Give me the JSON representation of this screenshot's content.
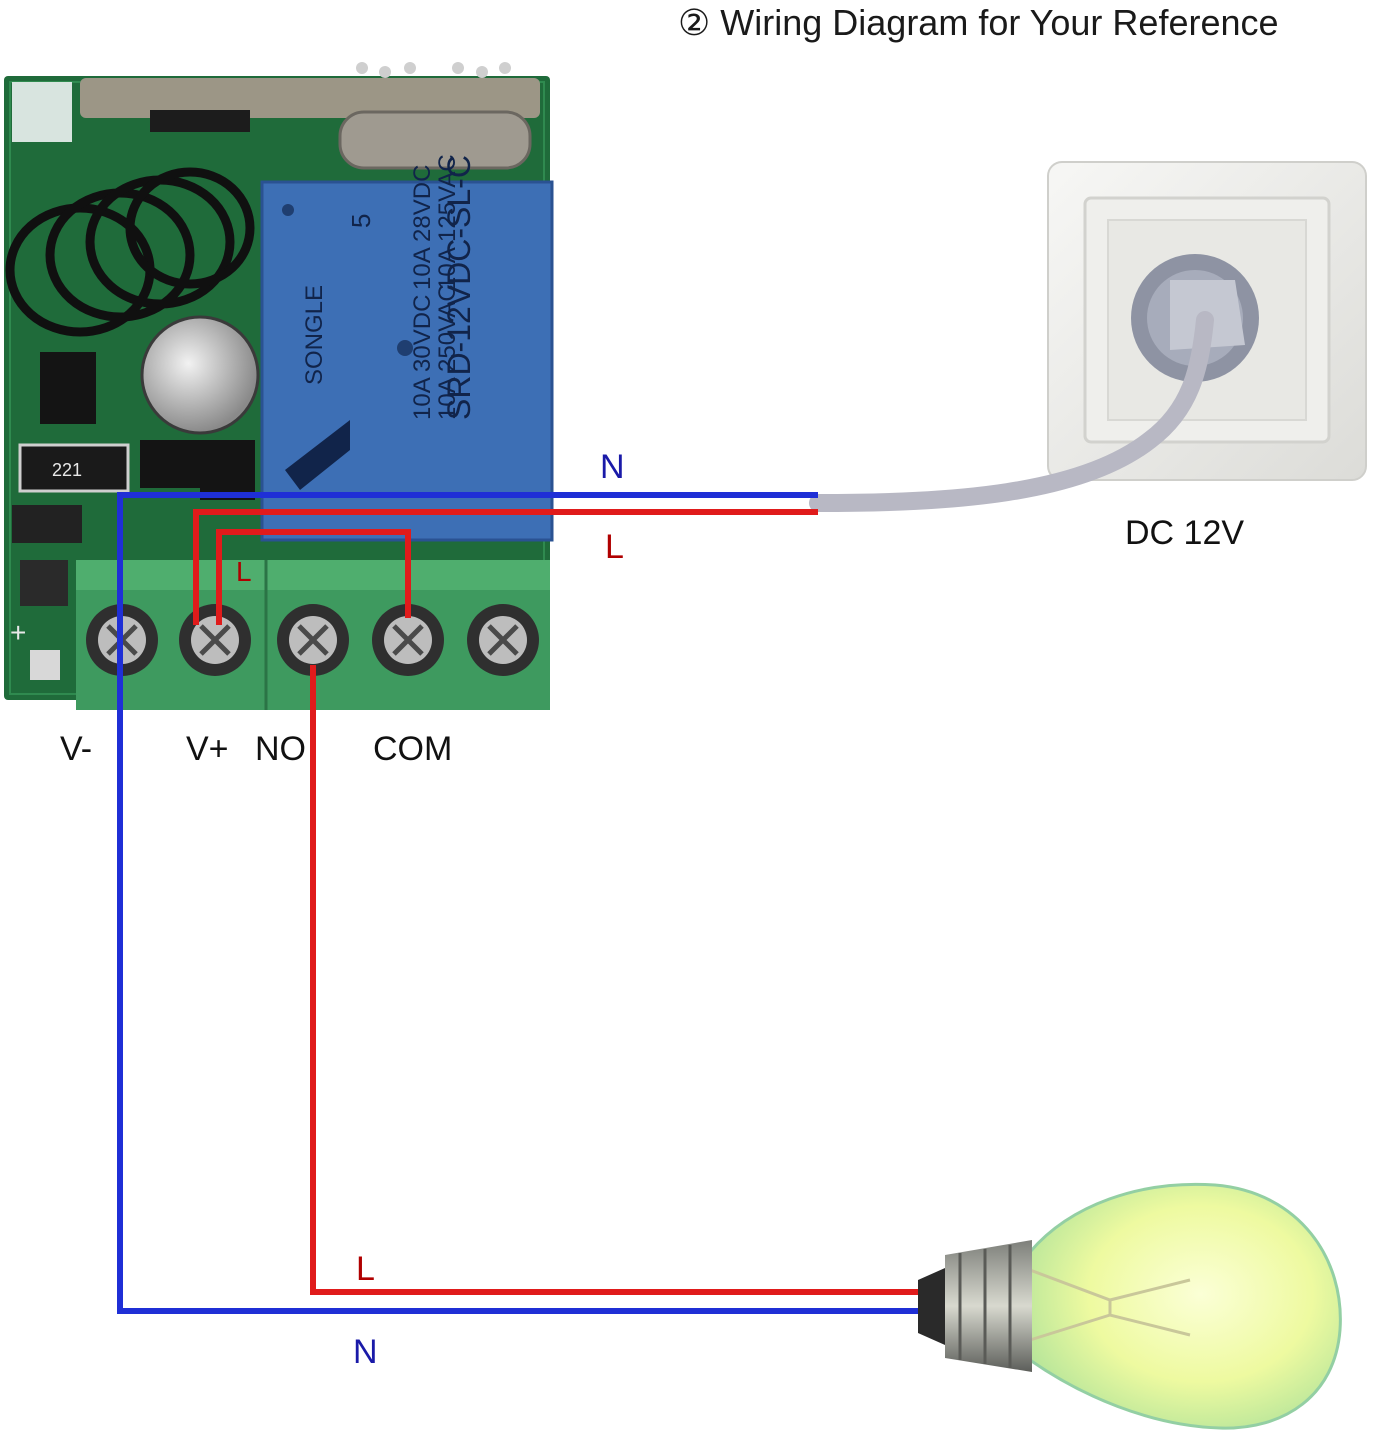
{
  "title": "② Wiring Diagram for Your Reference",
  "power_source": {
    "label": "DC 12V"
  },
  "terminals": {
    "v_minus": "V-",
    "v_plus": "V+",
    "no": "NO",
    "com": "COM"
  },
  "wire_labels": {
    "supply_n": "N",
    "supply_l": "L",
    "board_l": "L",
    "lamp_l": "L",
    "lamp_n": "N"
  },
  "relay": {
    "brand": "SONGLE",
    "model": "SRD-12VDC-SL-C",
    "rating_ac_1": "10A 250VAC",
    "rating_ac_2": "10A 125VAC",
    "rating_dc_1": "10A 30VDC",
    "rating_dc_2": "10A 28VDC",
    "pin": "5"
  },
  "colors": {
    "neutral_wire": "#1f2fd6",
    "live_wire": "#e01b1b",
    "cable": "#b8b8c4",
    "pcb": "#1f6b3a",
    "terminal_block": "#3e9a5f",
    "relay": "#3d6fb5"
  }
}
